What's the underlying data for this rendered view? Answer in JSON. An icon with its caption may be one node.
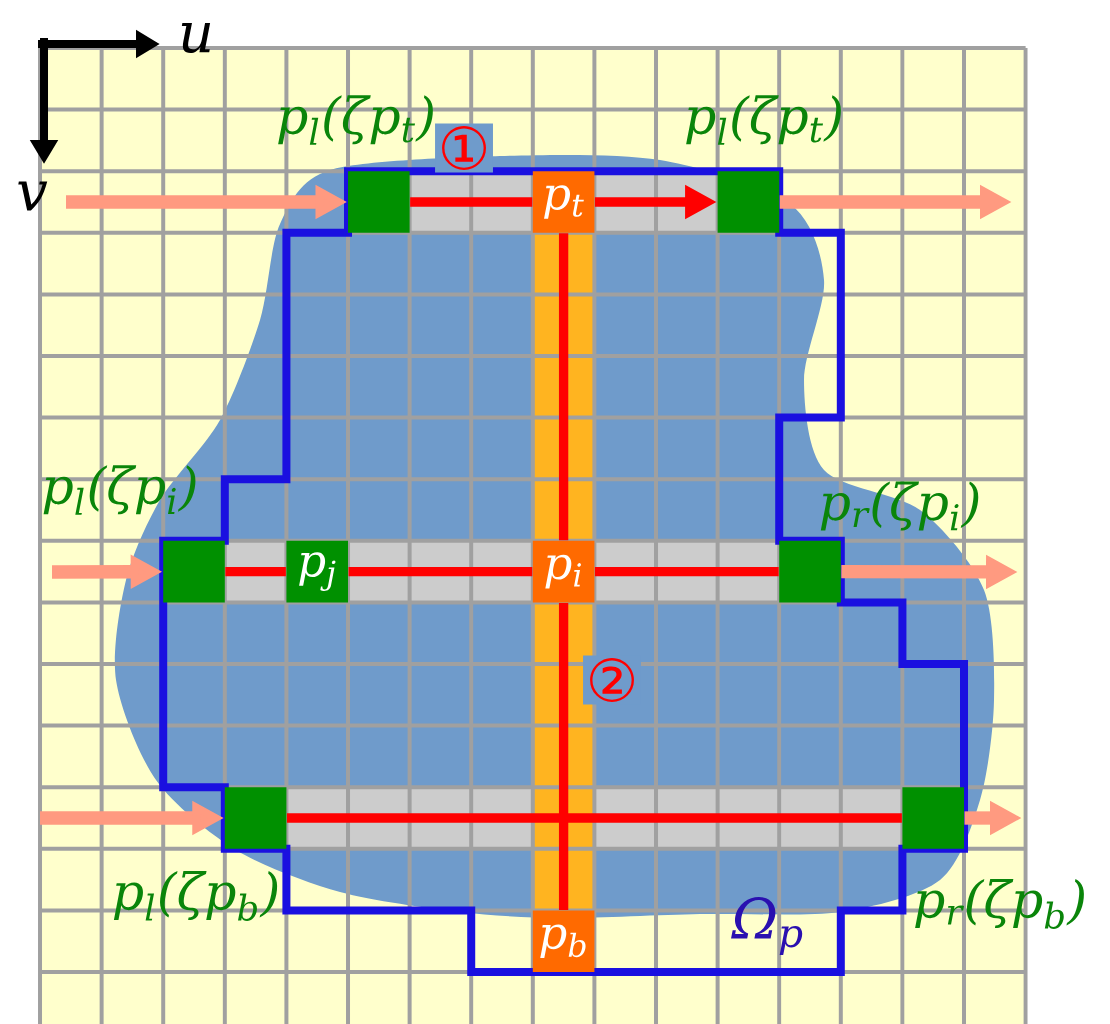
{
  "diagram": {
    "nodes": [
      {
        "text": [],
        "shape": "box",
        "beside": [
          "p$_{l}$(ζp$_{t}$)"
        ]
      },
      {
        "text": [
          "p$_{t}$"
        ]
      },
      {
        "text": [],
        "shape": "box",
        "beside": [
          "p$_{l}$(ζp$_{t}$)"
        ]
      },
      {
        "text": [],
        "shape": "box",
        "beside": [
          "p$_{l}$(ζp$_{i}$)"
        ]
      },
      {
        "text": [
          "p$_{j}$"
        ]
      },
      {
        "text": [
          "p$_{i}$"
        ]
      },
      {
        "text": [],
        "shape": "box",
        "beside": [
          "p$_{r}$(ζp$_{i}$)"
        ]
      },
      {
        "text": [],
        "shape": "box",
        "beside": [
          "p$_{l}$(ζp$_{b}$)"
        ]
      },
      {
        "text": [],
        "shape": "box",
        "beside": [
          "p$_{r}$(ζp$_{b}$)"
        ]
      },
      {
        "text": [
          "p$_{b}$"
        ]
      }
    ],
    "edges": [
      {
        "from": 0,
        "to": 1,
        "arrow": "none",
        "label": "①"
      },
      {
        "from": 1,
        "to": 2,
        "arrow": "to"
      },
      {
        "from": 1,
        "to": 5,
        "arrow": "none"
      },
      {
        "from": 5,
        "to": 9,
        "arrow": "none",
        "label": "②"
      },
      {
        "from": 3,
        "to": 4,
        "arrow": "none"
      },
      {
        "from": 4,
        "to": 5,
        "arrow": "none"
      },
      {
        "from": 5,
        "to": 6,
        "arrow": "none"
      },
      {
        "from": 7,
        "to": 8,
        "arrow": "none"
      },
      {
        "from": null,
        "to": 0,
        "arrow": "to",
        "color": "#ff9a80"
      },
      {
        "from": 2,
        "to": null,
        "arrow": "to",
        "color": "#ff9a80"
      },
      {
        "from": null,
        "to": 3,
        "arrow": "to",
        "color": "#ff9a80"
      },
      {
        "from": 6,
        "to": null,
        "arrow": "to",
        "color": "#ff9a80"
      },
      {
        "from": null,
        "to": 7,
        "arrow": "to",
        "color": "#ff9a80"
      },
      {
        "from": 8,
        "to": null,
        "arrow": "to",
        "color": "#ff9a80"
      }
    ],
    "labels": [
      "u",
      "v",
      "Ω$_{p}$"
    ]
  }
}
